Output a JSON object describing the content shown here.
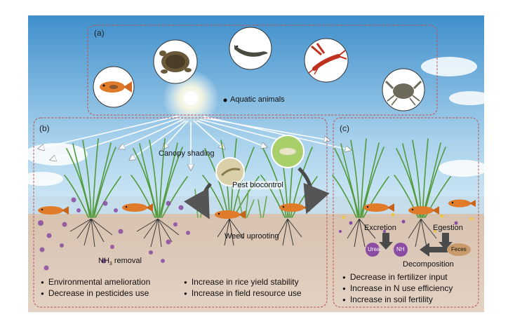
{
  "panels": {
    "a": {
      "tag": "(a)",
      "caption": "Aquatic animals",
      "animals": [
        {
          "name": "fish-icon"
        },
        {
          "name": "turtle-icon"
        },
        {
          "name": "loach-icon"
        },
        {
          "name": "crayfish-icon"
        },
        {
          "name": "crab-icon"
        }
      ]
    },
    "b": {
      "tag": "(b)",
      "labels": {
        "canopy": "Canopy shading",
        "pest": "Pest biocontrol",
        "weed": "Weed uprooting",
        "nh3_main": "NH",
        "nh3_sub": "3",
        "nh3_tail": " removal"
      },
      "bullets_left": [
        "Environmental amelioration",
        "Decrease in pesticides use"
      ],
      "bullets_right": [
        "Increase in rice yield stability",
        "Increase in field resource use"
      ]
    },
    "c": {
      "tag": "(c)",
      "labels": {
        "excretion": "Excretion",
        "egestion": "Egestion",
        "decomposition": "Decomposition",
        "urea": "Urea",
        "nh": "NH",
        "feces": "Feces"
      },
      "bullets": [
        "Decrease in fertilizer input",
        "Increase in N use efficiency",
        "Increase in soil fertility"
      ]
    }
  },
  "colors": {
    "sky_top": "#3f8fcc",
    "sky_bottom": "#cfe6f4",
    "soil": "#d9c4b4",
    "water": "#bcd9e8",
    "plant": "#4f9a3a",
    "dashed": "#c0504d",
    "arrow": "#555555",
    "bubble": "#8a4ba3",
    "fish": "#e07b2a"
  }
}
